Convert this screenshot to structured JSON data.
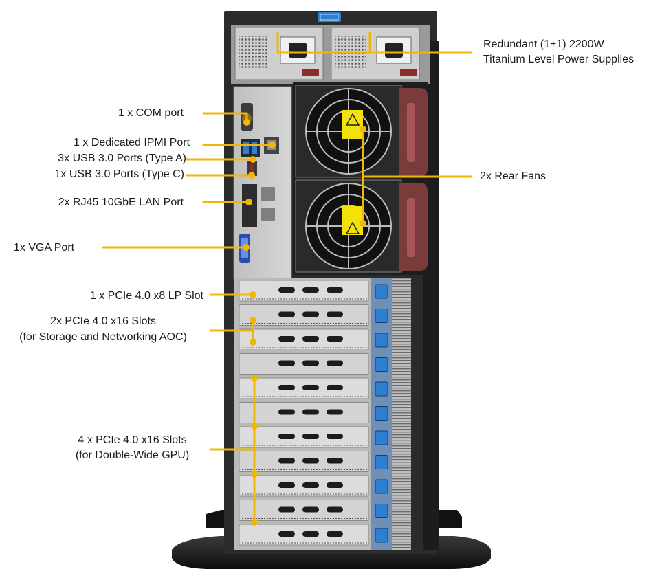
{
  "diagram": {
    "labels": {
      "power": [
        "Redundant (1+1) 2200W",
        "Titanium Level Power Supplies"
      ],
      "com": "1 x COM  port",
      "ipmi": "1 x Dedicated IPMI Port",
      "usb_a": "3x USB 3.0 Ports (Type A)",
      "usb_c": "1x USB 3.0 Ports (Type C)",
      "lan": "2x RJ45 10GbE LAN Port",
      "vga": "1x VGA  Port",
      "fans": "2x Rear Fans",
      "pcie_lp": "1 x PCIe 4.0 x8 LP Slot",
      "pcie_x16": [
        "2x PCIe 4.0 x16 Slots",
        "(for Storage and Networking AOC)"
      ],
      "pcie_gpu": [
        "4 x PCIe 4.0 x16 Slots",
        "(for Double-Wide GPU)"
      ]
    },
    "colors": {
      "callout": "#f2b705",
      "chassis": "#2b2b2b",
      "panel": "#c9c9c9",
      "fan_guard": "#d9d9d9",
      "fan_handle": "#7a3b3b",
      "latch": "#2f7fd0",
      "foot": "#1e1e1e"
    },
    "icons": [
      "power-socket-icon",
      "fan-icon",
      "warning-sticker-icon"
    ]
  }
}
